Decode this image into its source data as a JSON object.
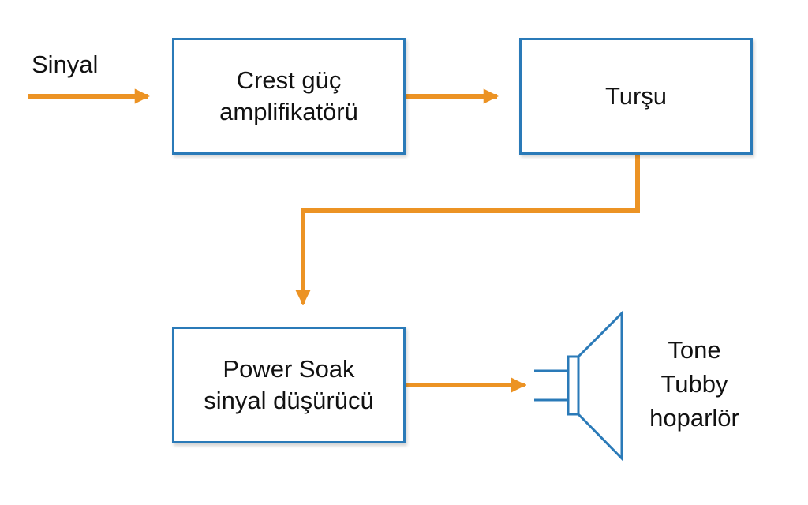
{
  "colors": {
    "signal_flow": "#ec9324",
    "block_border": "#2a7ab8"
  },
  "input_label": "Sinyal",
  "blocks": {
    "amplifier": {
      "line1": "Crest güç",
      "line2": "amplifikatörü"
    },
    "pickle": {
      "line1": "Turşu"
    },
    "power_soak": {
      "line1": "Power Soak",
      "line2": "sinyal düşürücü"
    }
  },
  "speaker": {
    "icon": "loudspeaker-icon",
    "line1": "Tone",
    "line2": "Tubby",
    "line3": "hoparlör"
  }
}
